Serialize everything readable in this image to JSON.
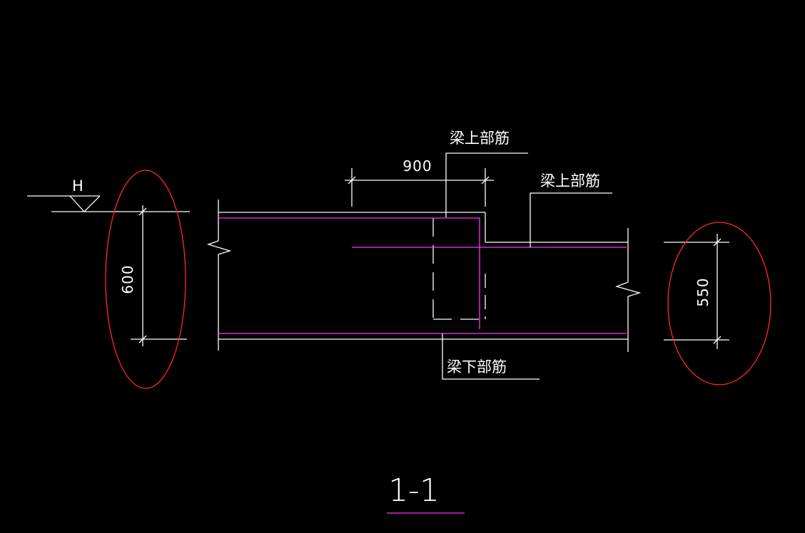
{
  "section": {
    "title": "1-1",
    "level_mark": "H"
  },
  "dimensions": {
    "left_height": "600",
    "right_height": "550",
    "top_length": "900"
  },
  "labels": {
    "top_rebar_1": "梁上部筋",
    "top_rebar_2": "梁上部筋",
    "bottom_rebar": "梁下部筋"
  },
  "colors": {
    "background": "#000000",
    "lines": "#ffffff",
    "rebar": "#ff33ff",
    "markup": "#ff2a2a"
  }
}
